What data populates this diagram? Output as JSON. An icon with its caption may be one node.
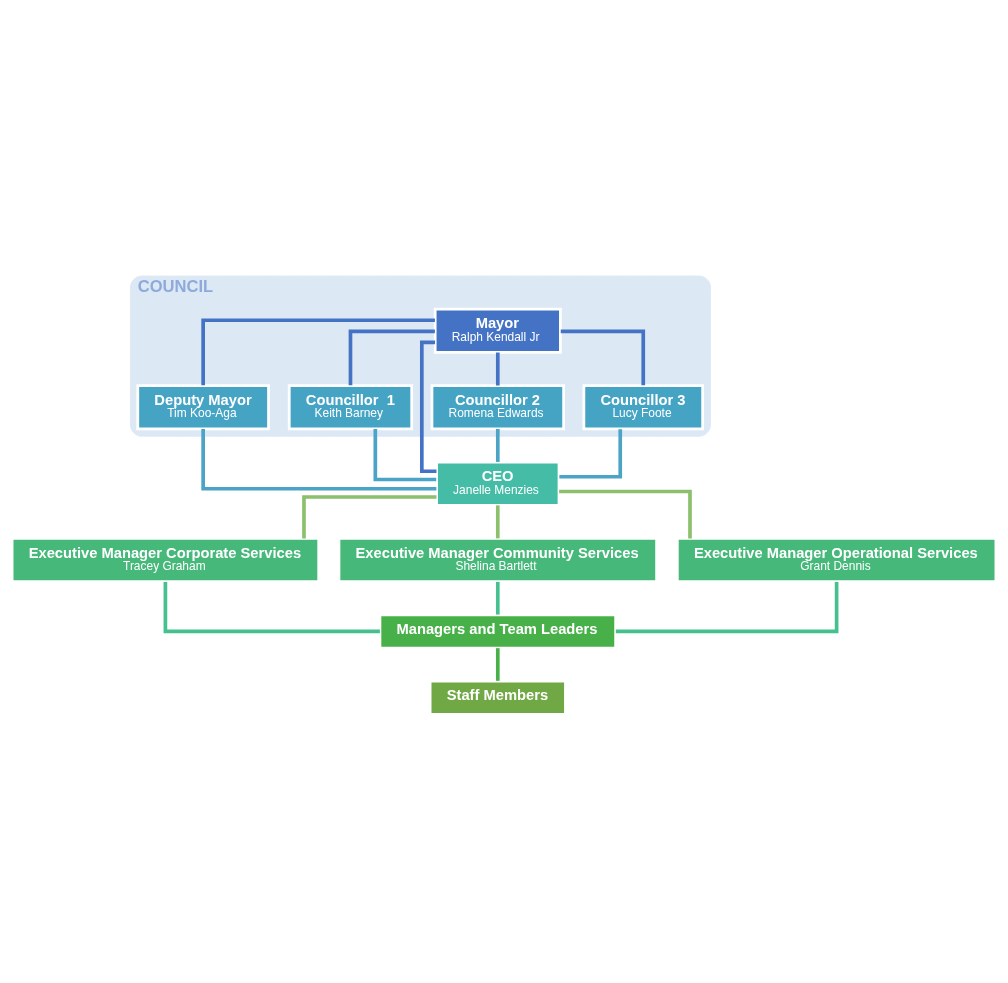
{
  "diagram": {
    "nodes": [
      {
        "text": [
          "COUNCIL"
        ]
      },
      {
        "text": [
          "Mayor",
          "Ralph Kendall Jr"
        ],
        "in": 0
      },
      {
        "text": [
          "Deputy Mayor",
          "Tim Koo-Aga"
        ],
        "in": 0
      },
      {
        "text": [
          "Councillor  1",
          "Keith Barney"
        ],
        "in": 0
      },
      {
        "text": [
          "Councillor 2",
          "Romena Edwards"
        ],
        "in": 0
      },
      {
        "text": [
          "Councillor 3",
          "Lucy Foote"
        ],
        "in": 0
      },
      {
        "text": [
          "CEO",
          "Janelle Menzies"
        ]
      },
      {
        "text": [
          "Executive Manager Corporate Services",
          "Tracey Graham"
        ]
      },
      {
        "text": [
          "Executive Manager Community Services",
          "Shelina Bartlett"
        ]
      },
      {
        "text": [
          "Executive Manager Operational Services",
          "Grant Dennis"
        ]
      },
      {
        "text": [
          "Managers and Team Leaders"
        ]
      },
      {
        "text": [
          "Staff Members"
        ]
      }
    ],
    "edges": [
      {
        "from": 1,
        "to": 2,
        "arrow": "none",
        "color": "#4472c4"
      },
      {
        "from": 1,
        "to": 3,
        "arrow": "none",
        "color": "#4472c4"
      },
      {
        "from": 1,
        "to": 4,
        "arrow": "none",
        "color": "#4472c4"
      },
      {
        "from": 1,
        "to": 5,
        "arrow": "none",
        "color": "#4472c4"
      },
      {
        "from": 1,
        "to": 6,
        "arrow": "none",
        "color": "#4472c4"
      },
      {
        "from": 2,
        "to": 6,
        "arrow": "none",
        "color": "#4ba3c6"
      },
      {
        "from": 3,
        "to": 6,
        "arrow": "none",
        "color": "#4ba3c6"
      },
      {
        "from": 4,
        "to": 6,
        "arrow": "none",
        "color": "#4ba3c6"
      },
      {
        "from": 5,
        "to": 6,
        "arrow": "none",
        "color": "#4ba3c6"
      },
      {
        "from": 6,
        "to": 7,
        "arrow": "none",
        "color": "#8cc06c"
      },
      {
        "from": 6,
        "to": 8,
        "arrow": "none",
        "color": "#8cc06c"
      },
      {
        "from": 6,
        "to": 9,
        "arrow": "none",
        "color": "#8cc06c"
      },
      {
        "from": 7,
        "to": 10,
        "arrow": "none",
        "color": "#45c08e"
      },
      {
        "from": 8,
        "to": 10,
        "arrow": "none",
        "color": "#45c08e"
      },
      {
        "from": 9,
        "to": 10,
        "arrow": "none",
        "color": "#45c08e"
      },
      {
        "from": 10,
        "to": 11,
        "arrow": "none",
        "color": "#48b048"
      }
    ]
  }
}
